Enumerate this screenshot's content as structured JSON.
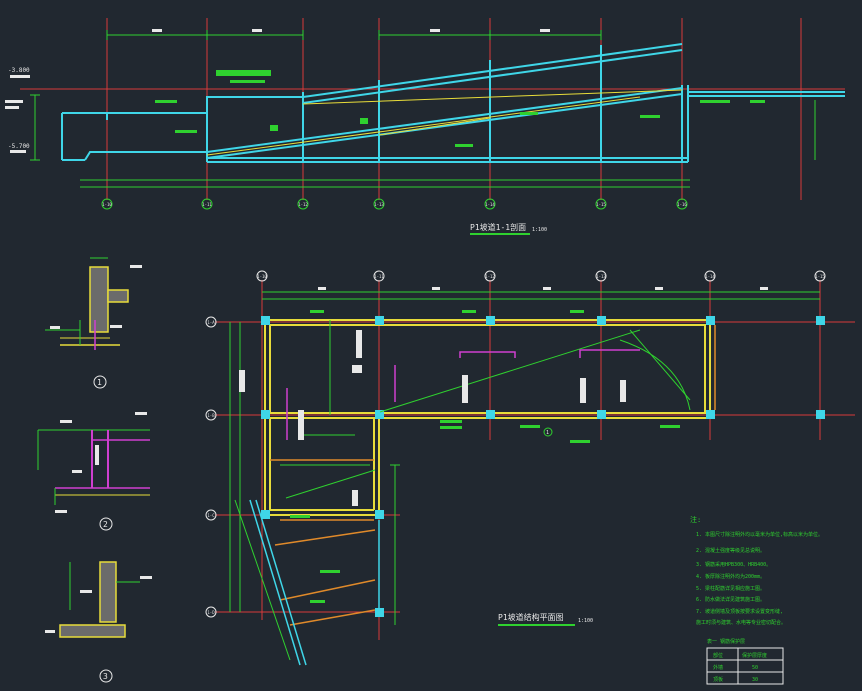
{
  "colors": {
    "background": "#212830",
    "cyan": "#3fd6e8",
    "green": "#2fd12f",
    "red": "#d83a3a",
    "yellow": "#e8dc3a",
    "white": "#e8e8e8",
    "magenta": "#cf3fcf",
    "orange": "#e08a2a"
  },
  "section": {
    "title": "P1坡道1-1剖面",
    "scale": "1:100",
    "grid_labels": [
      "1-10",
      "1-11",
      "1-12",
      "1-13",
      "1-14",
      "1-15",
      "1-16"
    ],
    "elev_left": "-3.800",
    "elev_bottom": "-5.700"
  },
  "plan": {
    "title": "P1坡道结构平面图",
    "scale": "1:100",
    "top_grid_labels": [
      "1-10",
      "1-11",
      "1-12",
      "1-13",
      "1-14",
      "1-15"
    ],
    "left_grid_labels": [
      "1-A",
      "1-B",
      "1-C",
      "1-D"
    ],
    "axis_marker": "1"
  },
  "details": {
    "labels": [
      "1",
      "2",
      "3"
    ]
  },
  "notes": {
    "heading": "注:",
    "lines": [
      "1. 本图尺寸除注明外均以毫米为单位,标高以米为单位。",
      "2. 混凝土强度等级见总说明。",
      "3. 钢筋采用HPB300、HRB400。",
      "4. 板厚除注明外均为200mm。",
      "5. 梁柱配筋详见相应施工图。",
      "6. 防水做法详见建筑施工图。",
      "7. 坡道侧墙及顶板按要求设置变形缝,",
      "   施工时须与建筑、水电等专业密切配合。"
    ]
  },
  "table": {
    "title": "表一 钢筋保护层",
    "headers": [
      "部位",
      "保护层厚度"
    ],
    "rows": [
      [
        "外墙",
        "50"
      ],
      [
        "顶板",
        "30"
      ]
    ]
  }
}
